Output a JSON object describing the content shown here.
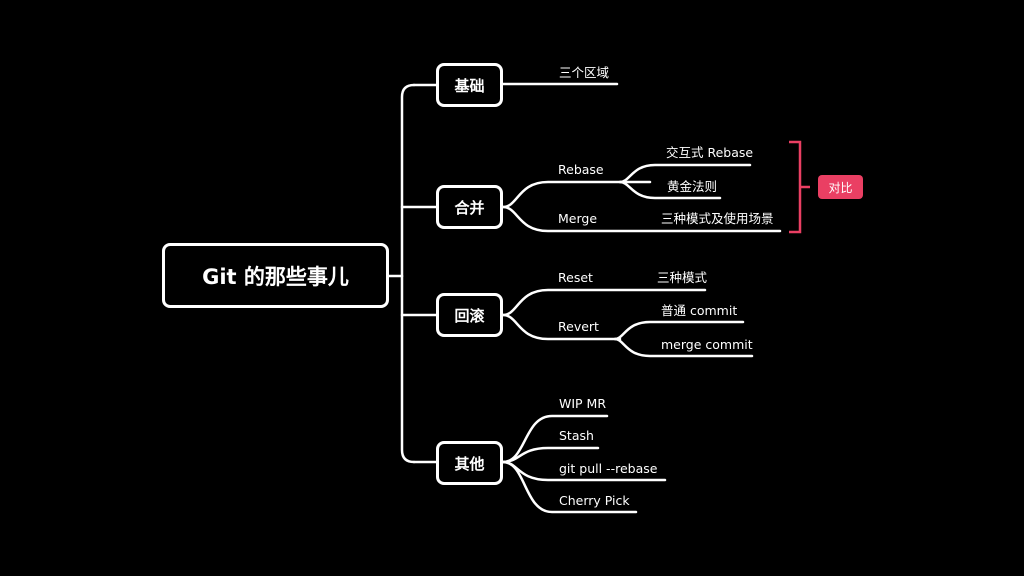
{
  "root": {
    "label": "Git 的那些事儿"
  },
  "branches": {
    "basics": {
      "label": "基础",
      "leaves": [
        "三个区域"
      ]
    },
    "merge": {
      "label": "合并",
      "rebase": {
        "label": "Rebase",
        "children": [
          "交互式 Rebase",
          "黄金法则"
        ]
      },
      "merge_item": {
        "label": "Merge",
        "children": [
          "三种模式及使用场景"
        ]
      }
    },
    "rollback": {
      "label": "回滚",
      "reset": {
        "label": "Reset",
        "children": [
          "三种模式"
        ]
      },
      "revert": {
        "label": "Revert",
        "children": [
          "普通 commit",
          "merge commit"
        ]
      }
    },
    "other": {
      "label": "其他",
      "leaves": [
        "WIP MR",
        "Stash",
        "git pull --rebase",
        "Cherry Pick"
      ]
    }
  },
  "compare_tag": {
    "label": "对比",
    "color": "#ea3f63"
  },
  "colors": {
    "background": "#000000",
    "line": "#ffffff",
    "accent": "#ea3f63"
  }
}
